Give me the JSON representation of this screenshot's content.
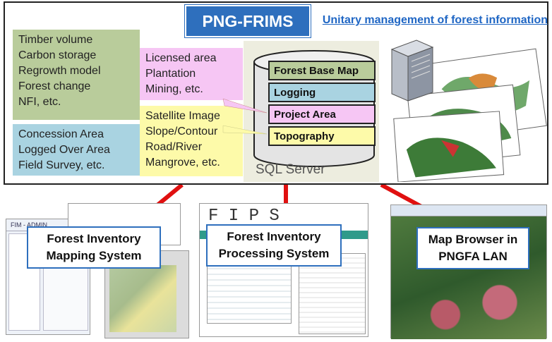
{
  "title": "PNG-FRIMS",
  "subtitle": "Unitary management of forest information",
  "left_boxes": {
    "green": [
      "Timber volume",
      "Carbon storage",
      "Regrowth model",
      "Forest change",
      "NFI, etc."
    ],
    "blue": [
      "Concession Area",
      "Logged Over Area",
      "Field Survey, etc."
    ]
  },
  "middle_boxes": {
    "pink": [
      "Licensed area",
      "Plantation",
      "Mining, etc."
    ],
    "yellow": [
      "Satellite Image",
      "Slope/Contour",
      "Road/River",
      "Mangrove, etc."
    ]
  },
  "database": {
    "layers": [
      "Forest Base Map",
      "Logging",
      "Project Area",
      "Topography"
    ],
    "server_label": "SQL Server"
  },
  "systems": [
    {
      "label": "Forest Inventory Mapping System"
    },
    {
      "label": "Forest Inventory Processing System"
    },
    {
      "label": "Map Browser in PNGFA LAN"
    }
  ],
  "screenshot_text": {
    "fim_admin": "FIM - ADMIN",
    "fips": "F I P S"
  },
  "colors": {
    "title_blue": "#2e6fbd",
    "link_blue": "#1f66c4",
    "green": "#b9cc9b",
    "blue": "#a9d3e1",
    "pink": "#f6c6f4",
    "yellow": "#fdfaa9",
    "connector_red": "#e01010"
  }
}
